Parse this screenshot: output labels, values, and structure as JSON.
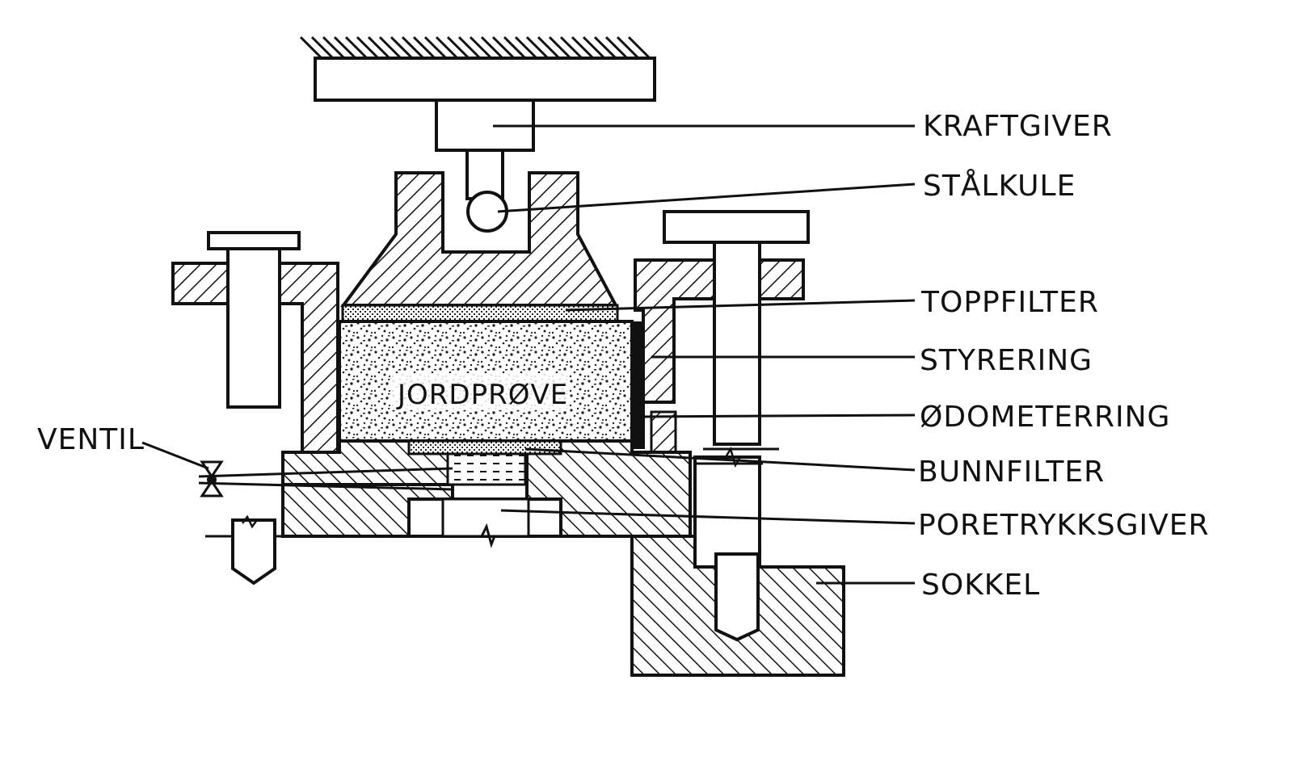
{
  "diagram": {
    "labels": {
      "kraftgiver": "KRAFTGIVER",
      "stalkule": "STÅLKULE",
      "toppfilter": "TOPPFILTER",
      "styrering": "STYRERING",
      "odometerring": "ØDOMETERRING",
      "bunnfilter": "BUNNFILTER",
      "poretrykksgiver": "PORETRYKKSGIVER",
      "sokkel": "SOKKEL",
      "ventil": "VENTIL",
      "jordprove": "JORDPRØVE"
    },
    "colors": {
      "line": "#111111",
      "background": "#ffffff"
    }
  }
}
